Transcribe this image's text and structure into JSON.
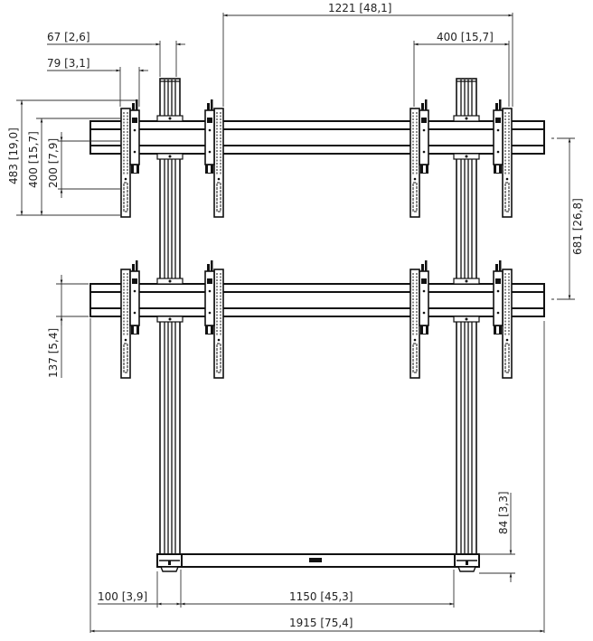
{
  "drawing": {
    "type": "technical drawing - video wall mount (2x2 frame, front view)",
    "line_color": "#111111",
    "dim_line_color": "#333333",
    "extension_line_color": "#777777"
  },
  "dimensions": {
    "top_width": {
      "mm": "1221",
      "inch": "[48,1]"
    },
    "top_right_spacing": {
      "mm": "400",
      "inch": "[15,7]"
    },
    "column_width": {
      "mm": "67",
      "inch": "[2,6]"
    },
    "bracket_width": {
      "mm": "79",
      "inch": "[3,1]"
    },
    "bracket_height": {
      "mm": "483",
      "inch": "[19,0]"
    },
    "bracket_vesa_400": {
      "mm": "400",
      "inch": "[15,7]"
    },
    "bracket_vesa_200": {
      "mm": "200",
      "inch": "[7,9]"
    },
    "rail_spacing": {
      "mm": "681",
      "inch": "[26,8]"
    },
    "rail_height": {
      "mm": "137",
      "inch": "[5,4]"
    },
    "foot_height": {
      "mm": "84",
      "inch": "[3,3]"
    },
    "foot_width": {
      "mm": "100",
      "inch": "[3,9]"
    },
    "base_inner_width": {
      "mm": "1150",
      "inch": "[45,3]"
    },
    "overall_width": {
      "mm": "1915",
      "inch": "[75,4]"
    }
  }
}
